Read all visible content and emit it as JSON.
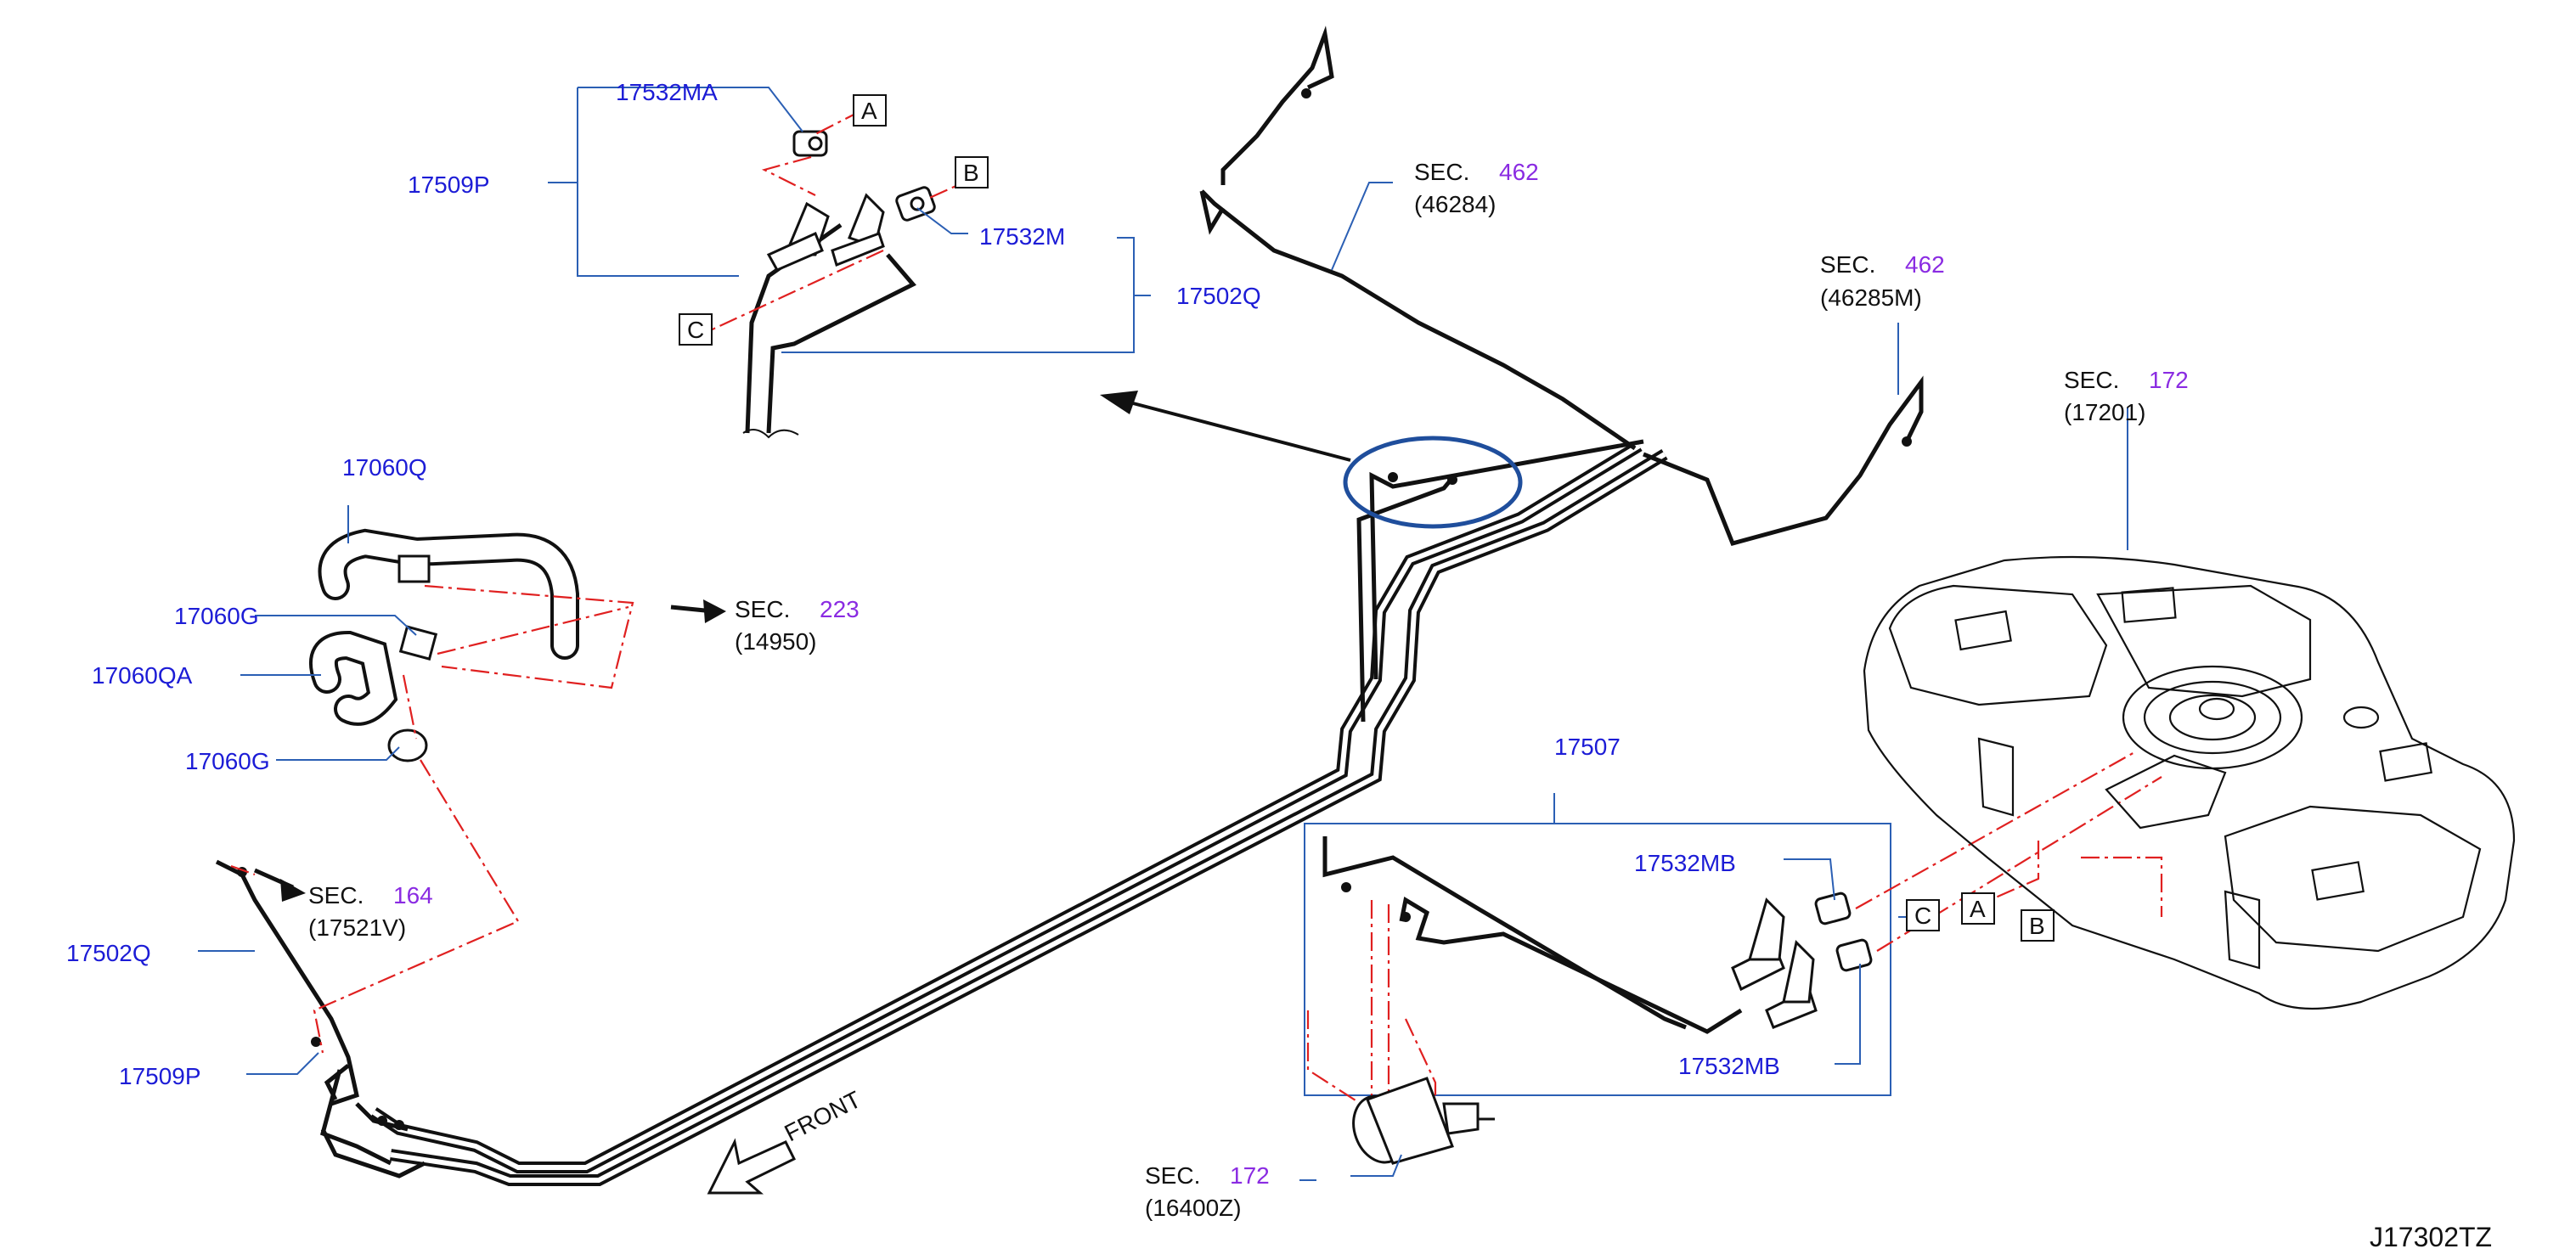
{
  "diagram_id": "J17302TZ",
  "front_label": "FRONT",
  "sec_word": "SEC.",
  "part_numbers": {
    "p17532MA": "17532MA",
    "p17509P_top": "17509P",
    "p17532M": "17532M",
    "p17502Q_top": "17502Q",
    "p17060Q": "17060Q",
    "p17060G_a": "17060G",
    "p17060QA": "17060QA",
    "p17060G_b": "17060G",
    "p17502Q_left": "17502Q",
    "p17509P_left": "17509P",
    "p17507": "17507",
    "p17532MB_a": "17532MB",
    "p17532MB_b": "17532MB"
  },
  "section_refs": {
    "s462_46284": {
      "sec": "462",
      "code": "(46284)"
    },
    "s462_46285M": {
      "sec": "462",
      "code": "(46285M)"
    },
    "s172_17201": {
      "sec": "172",
      "code": "(17201)"
    },
    "s223_14950": {
      "sec": "223",
      "code": "(14950)"
    },
    "s164_17521V": {
      "sec": "164",
      "code": "(17521V)"
    },
    "s172_16400Z": {
      "sec": "172",
      "code": "(16400Z)"
    }
  },
  "callouts": {
    "a": "A",
    "b": "B",
    "c": "C"
  },
  "colors": {
    "part_label": "#1c1cd6",
    "sec_number": "#8a2be2",
    "leader": "#2b5fb4",
    "red_dashed": "#e02020",
    "highlight_circle": "#1f4e9c"
  }
}
